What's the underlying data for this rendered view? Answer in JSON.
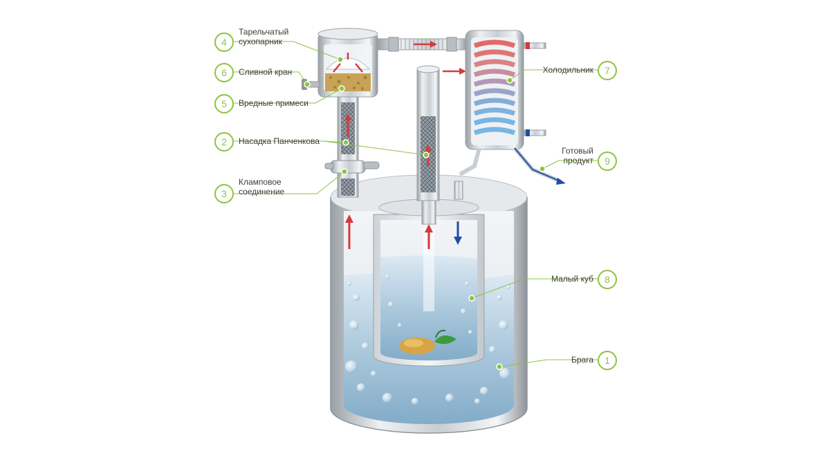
{
  "accent_color": "#8cc43f",
  "callouts": [
    {
      "id": "4",
      "number": "4",
      "text": "Тарельчатый сухопарник",
      "line1": "Тарельчатый",
      "line2": "сухопарник"
    },
    {
      "id": "6",
      "number": "6",
      "text": "Сливной кран"
    },
    {
      "id": "5",
      "number": "5",
      "text": "Вредные примеси"
    },
    {
      "id": "2",
      "number": "2",
      "text": "Насадка Панченкова"
    },
    {
      "id": "3",
      "number": "3",
      "text": "Кламповое соединение",
      "line1": "Кламповое",
      "line2": "соединение"
    },
    {
      "id": "7",
      "number": "7",
      "text": "Холодильник"
    },
    {
      "id": "9",
      "number": "9",
      "text": "Готовый продукт",
      "line1": "Готовый",
      "line2": "продукт"
    },
    {
      "id": "8",
      "number": "8",
      "text": "Малый куб"
    },
    {
      "id": "1",
      "number": "1",
      "text": "Брага"
    }
  ]
}
